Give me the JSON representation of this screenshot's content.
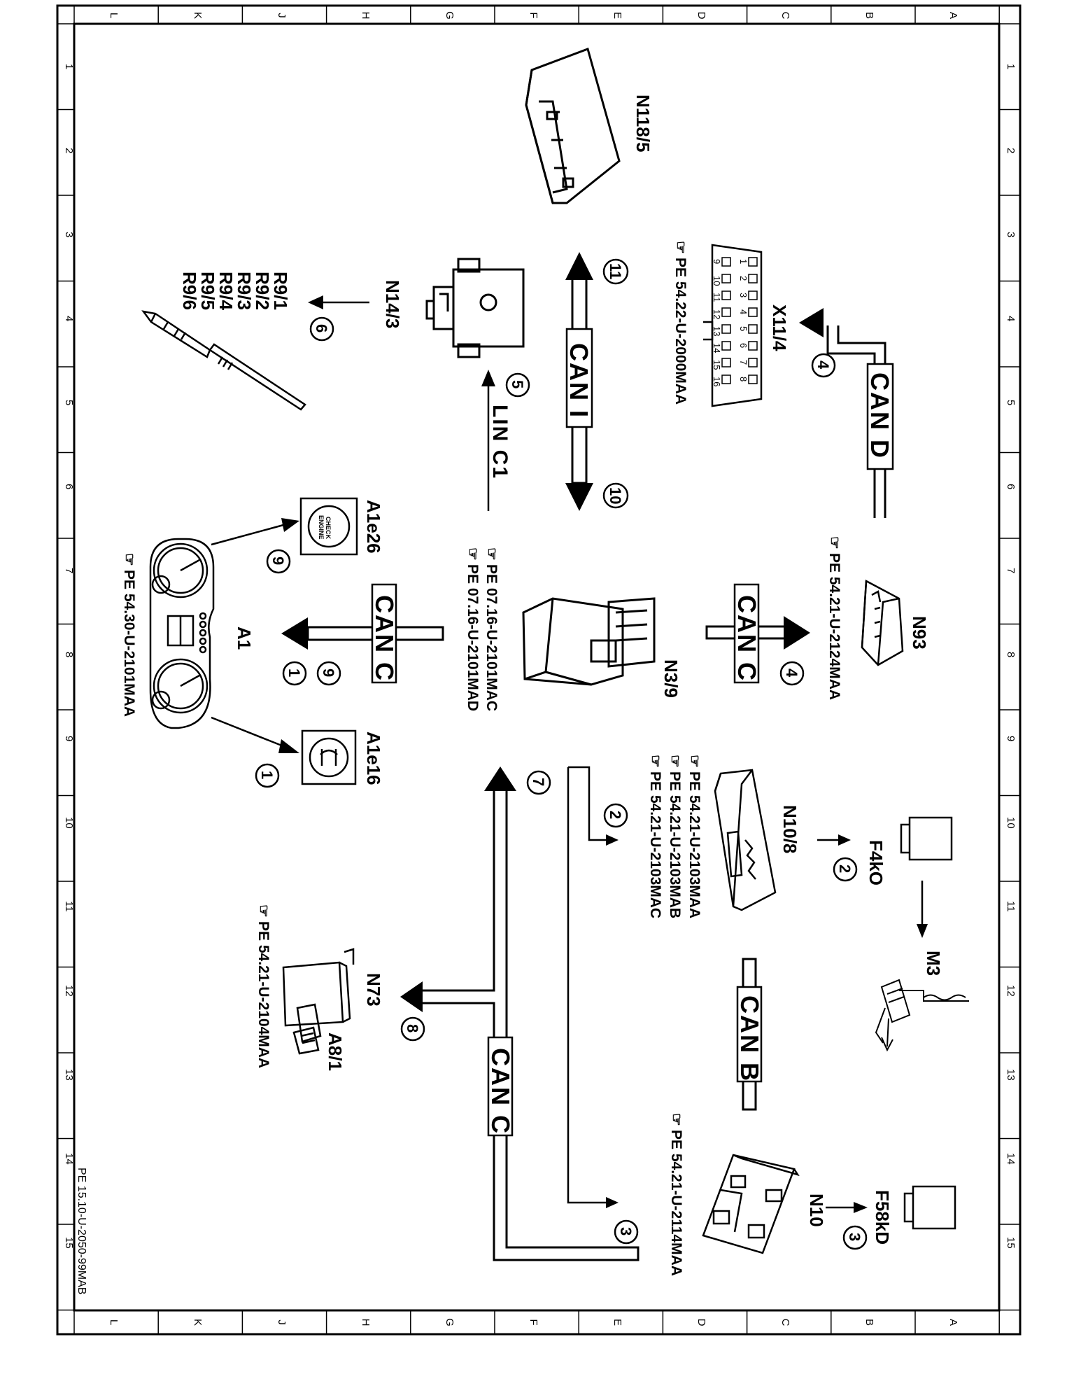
{
  "grid": {
    "letters": [
      "L",
      "K",
      "J",
      "H",
      "G",
      "F",
      "E",
      "D",
      "C",
      "B",
      "A"
    ],
    "numbers": [
      "1",
      "2",
      "3",
      "4",
      "5",
      "6",
      "7",
      "8",
      "9",
      "10",
      "11",
      "12",
      "13",
      "14",
      "15"
    ]
  },
  "components": {
    "n118_5": "N118/5",
    "x11_4": "X11/4",
    "n14_3": "N14/3",
    "r9": [
      "R9/1",
      "R9/2",
      "R9/3",
      "R9/4",
      "R9/5",
      "R9/6"
    ],
    "a1e26": "A1e26",
    "a1": "A1",
    "a1e16": "A1e16",
    "n3_9": "N3/9",
    "n93": "N93",
    "n10_8": "N10/8",
    "f4k0": "F4kO",
    "m3": "M3",
    "n73": "N73",
    "a8_1": "A8/1",
    "n10": "N10",
    "f58kd": "F58kD"
  },
  "refs": {
    "x11_4": "PE 54.22-U-2000MAA",
    "n93": "PE 54.21-U-2124MAA",
    "n3_9": [
      "PE 07.16-U-2101MAC",
      "PE 07.16-U-2101MAD"
    ],
    "a1": "PE 54.30-U-2101MAA",
    "n10_8": [
      "PE 54.21-U-2103MAA",
      "PE 54.21-U-2103MAB",
      "PE 54.21-U-2103MAC"
    ],
    "n73": "PE 54.21-U-2104MAA",
    "n10": "PE 54.21-U-2114MAA"
  },
  "buses": {
    "can_d": "CAN D",
    "can_i": "CAN I",
    "lin_c1": "LIN C1",
    "can_c_n93": "CAN C",
    "can_c_a1": "CAN C",
    "can_b": "CAN B",
    "can_c_bottom": "CAN C"
  },
  "circles": {
    "c4_top": "4",
    "c11": "11",
    "c10": "10",
    "c5": "5",
    "c6": "6",
    "c9_a1e26": "9",
    "c4_n93": "4",
    "c9_a1": "9",
    "c1_a1": "1",
    "c1_a1e16": "1",
    "c7": "7",
    "c2_n3": "2",
    "c2_n10": "2",
    "c8": "8",
    "c3_bus": "3",
    "c3_n10": "3"
  },
  "obd_pins": [
    "1",
    "2",
    "3",
    "4",
    "5",
    "6",
    "7",
    "8",
    "9",
    "10",
    "11",
    "12",
    "13",
    "14",
    "15",
    "16"
  ],
  "lamp_labels": {
    "check_engine": [
      "CHECK",
      "ENGINE"
    ]
  },
  "footer": "PE 15.10-U-2050-99MAB"
}
